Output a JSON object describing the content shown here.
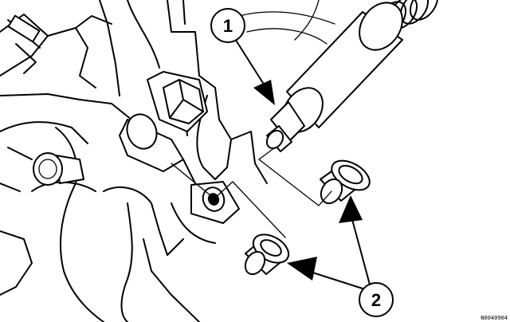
{
  "callouts": [
    {
      "id": "1",
      "label": "1"
    },
    {
      "id": "2",
      "label": "2"
    }
  ],
  "reference_code": "N0040904"
}
